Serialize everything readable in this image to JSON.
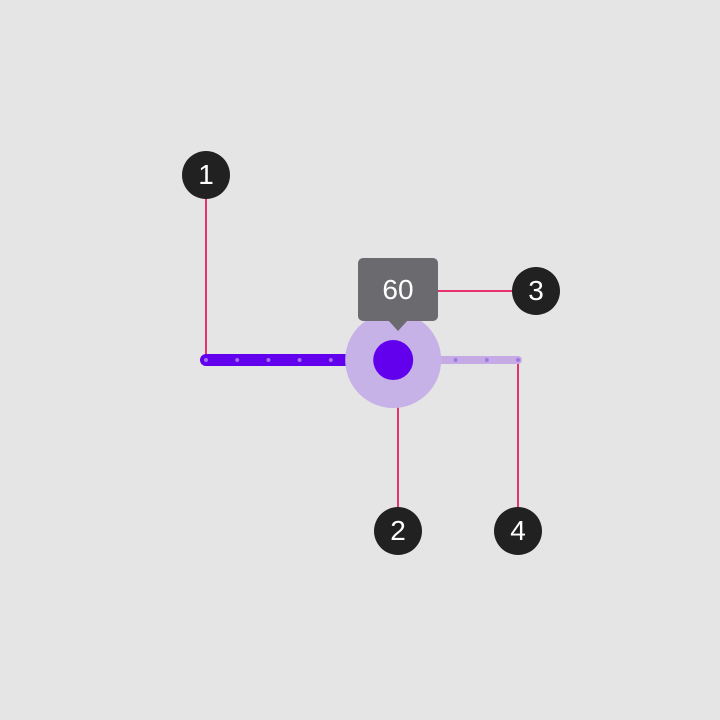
{
  "slider": {
    "value": 60,
    "min": 0,
    "max": 100,
    "step": 10,
    "active_color": "#6200ee",
    "inactive_color": "#c5aae6",
    "halo_color": "#c7b2e8"
  },
  "value_label": {
    "text": "60",
    "color": "#6b6a6e"
  },
  "callouts": [
    {
      "number": "1"
    },
    {
      "number": "2"
    },
    {
      "number": "3"
    },
    {
      "number": "4"
    }
  ],
  "leader_line_color": "#e8316f"
}
